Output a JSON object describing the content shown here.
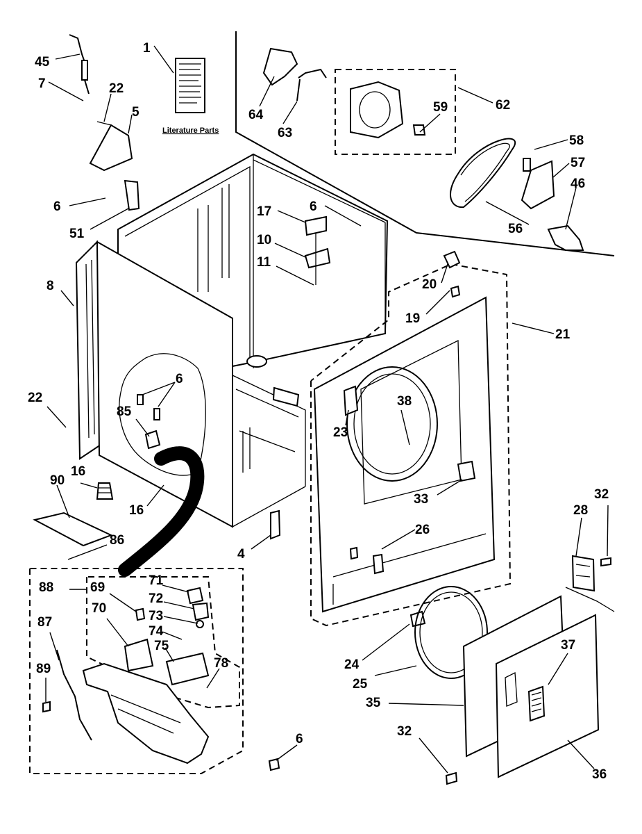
{
  "literature_caption": "Literature Parts",
  "labels": {
    "p1": "1",
    "p45": "45",
    "p7": "7",
    "p22a": "22",
    "p5": "5",
    "p64": "64",
    "p63": "63",
    "p59": "59",
    "p62": "62",
    "p58": "58",
    "p57": "57",
    "p46": "46",
    "p56": "56",
    "p6a": "6",
    "p51": "51",
    "p6b": "6",
    "p17": "17",
    "p10": "10",
    "p11": "11",
    "p8": "8",
    "p20": "20",
    "p19": "19",
    "p21": "21",
    "p6c": "6",
    "p85": "85",
    "p22b": "22",
    "p38": "38",
    "p23": "23",
    "p90": "90",
    "p16a": "16",
    "p16b": "16",
    "p33": "33",
    "p26": "26",
    "p4": "4",
    "p86": "86",
    "p32a": "32",
    "p28": "28",
    "p88": "88",
    "p69": "69",
    "p71": "71",
    "p72": "72",
    "p70": "70",
    "p73": "73",
    "p74": "74",
    "p75": "75",
    "p87": "87",
    "p78": "78",
    "p89": "89",
    "p24": "24",
    "p25": "25",
    "p37": "37",
    "p35": "35",
    "p32b": "32",
    "p6d": "6",
    "p36": "36"
  }
}
